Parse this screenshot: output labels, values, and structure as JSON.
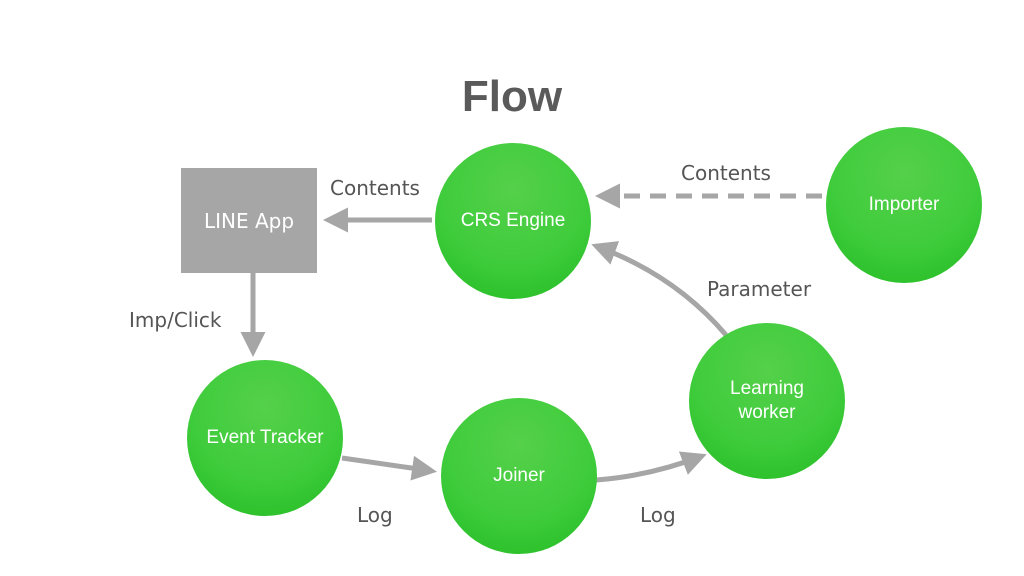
{
  "title": "Flow",
  "nodes": {
    "line_app": "LINE App",
    "crs_engine": "CRS Engine",
    "importer": "Importer",
    "event_tracker": "Event Tracker",
    "joiner": "Joiner",
    "learning_worker": "Learning\nworker"
  },
  "edges": {
    "crs_to_line_app": "Contents",
    "importer_to_crs": "Contents",
    "line_app_to_tracker": "Imp/Click",
    "tracker_to_joiner": "Log",
    "joiner_to_worker": "Log",
    "worker_to_crs": "Parameter"
  },
  "colors": {
    "node_green": "#3fcc3c",
    "box_gray": "#a6a6a6",
    "arrow_gray": "#a6a6a6",
    "text_gray": "#555555"
  }
}
